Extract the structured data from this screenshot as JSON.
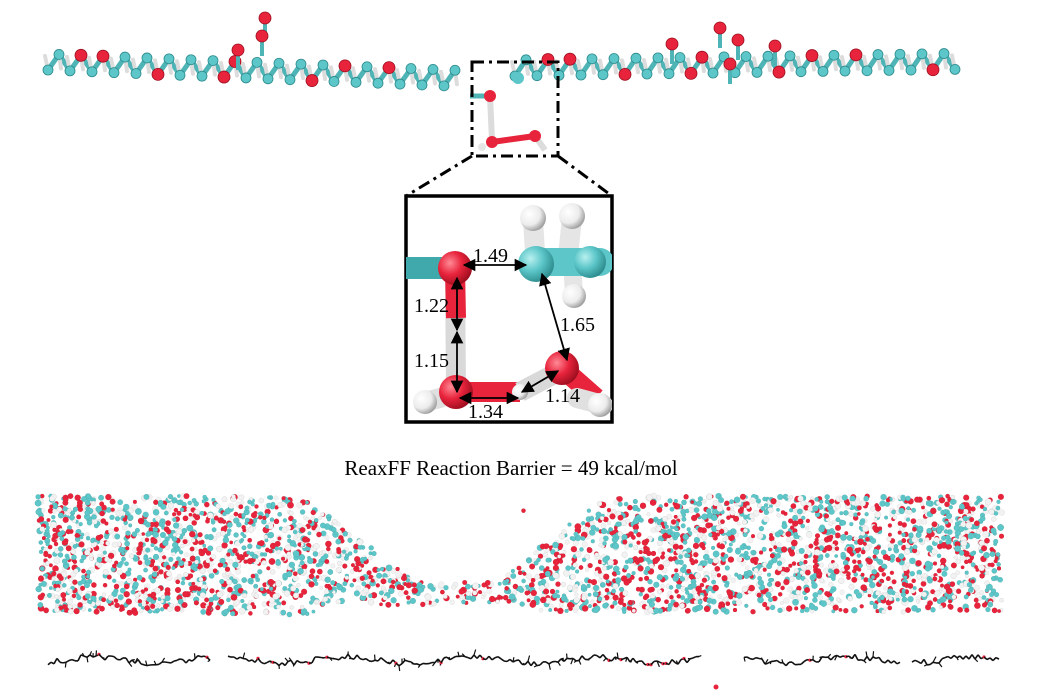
{
  "caption": "ReaxFF Reaction Barrier = 49 kcal/mol",
  "distances": {
    "d1": "1.49",
    "d2": "1.22",
    "d3": "1.15",
    "d4": "1.65",
    "d5": "1.14",
    "d6": "1.34"
  },
  "colors": {
    "carbon": "#5cc6c8",
    "oxygen": "#e8243c",
    "hydrogen": "#f2f2f2",
    "frame": "#000000",
    "chain_dark": "#111111"
  }
}
